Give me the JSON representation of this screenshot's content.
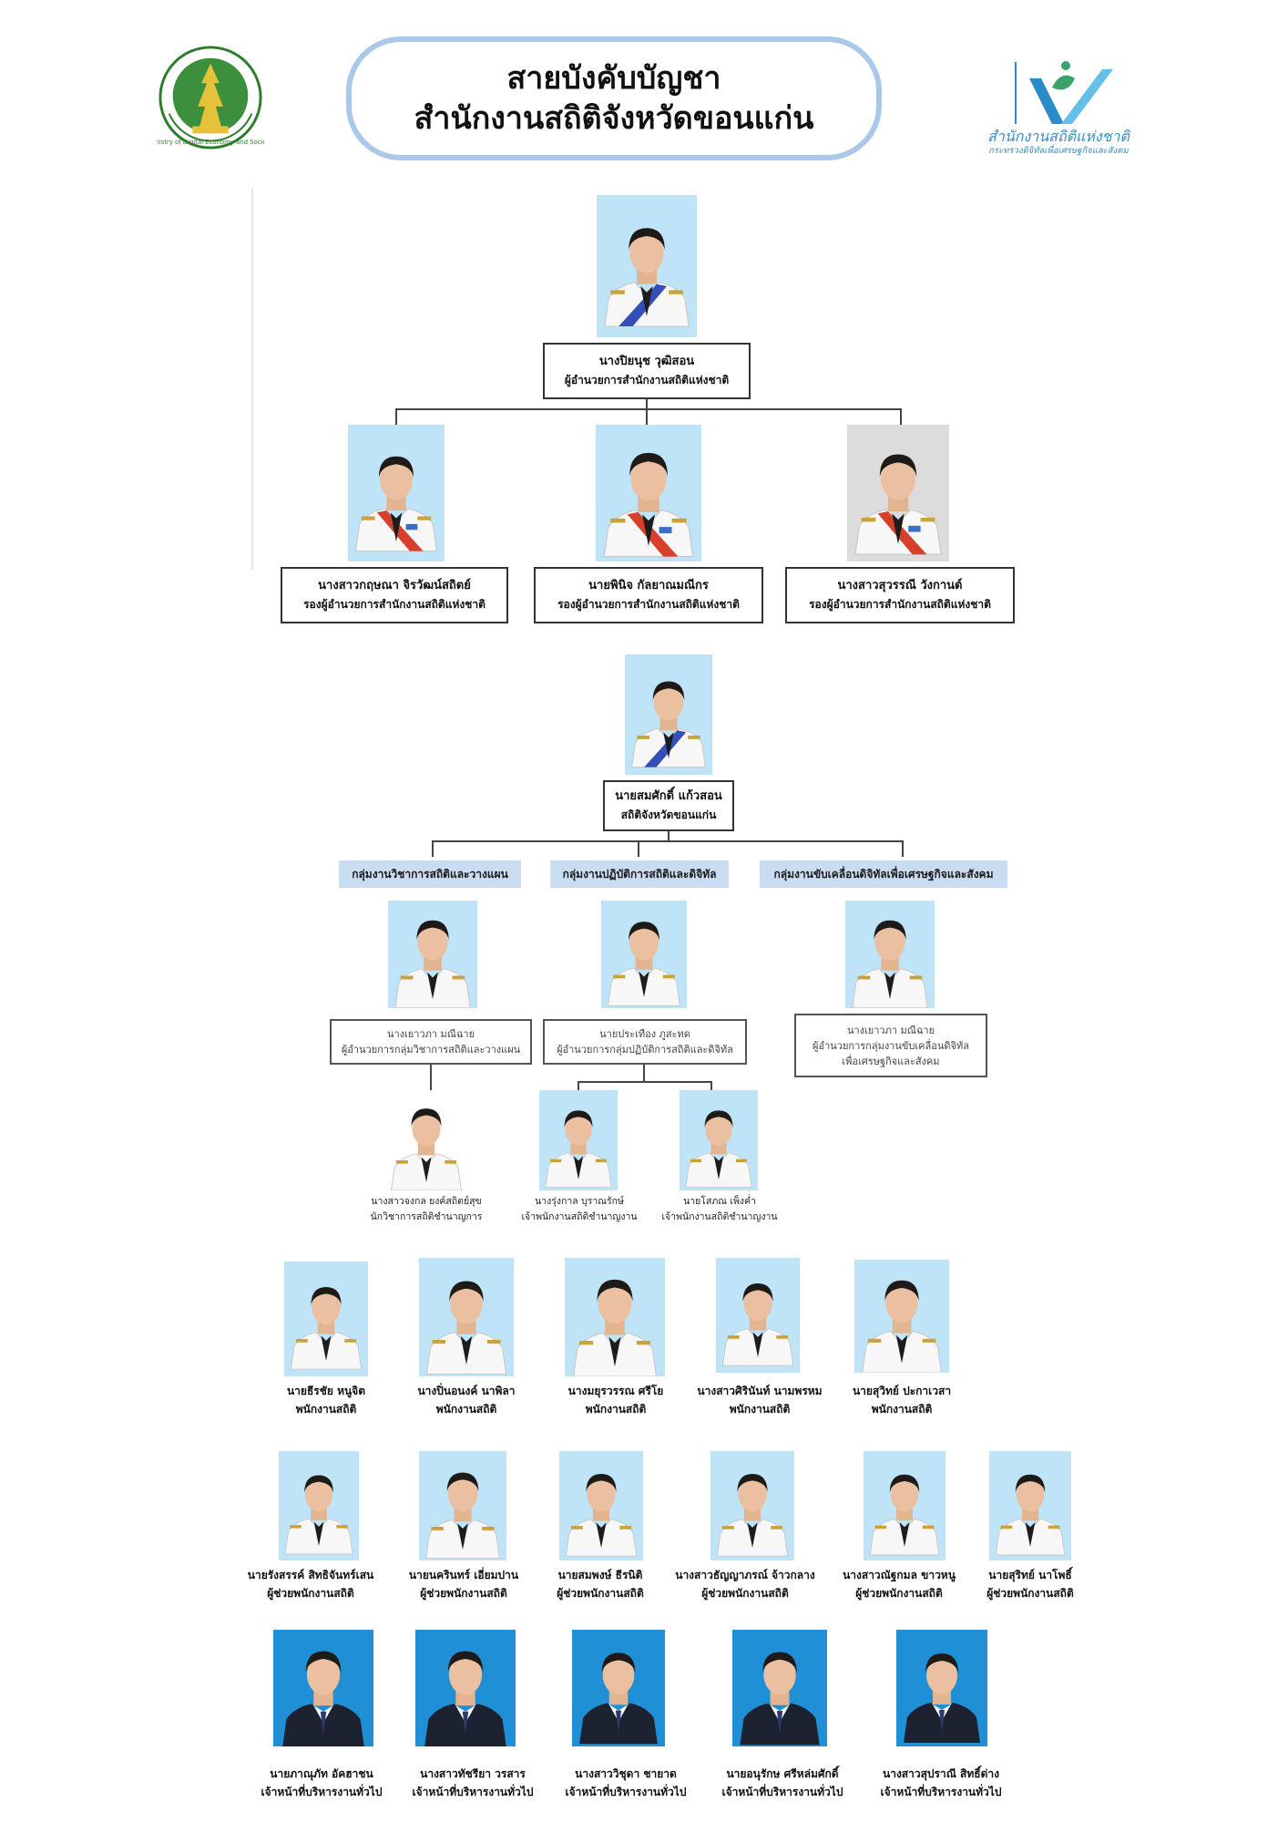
{
  "header": {
    "title_line1": "สายบังคับบัญชา",
    "title_line2": "สำนักงานสถิติจังหวัดขอนแก่น",
    "ministry_seal_text": "กระทรวงดิจิทัลเพื่อเศรษฐกิจและสังคม Ministry of Digital Economy and Society",
    "nso_name": "สำนักงานสถิติแห่งชาติ",
    "nso_sub": "กระทรวงดิจิทัลเพื่อเศรษฐกิจและสังคม"
  },
  "director": {
    "name": "นางปิยนุช วุฒิสอน",
    "position": "ผู้อำนวยการสำนักงานสถิติแห่งชาติ"
  },
  "deputies": [
    {
      "name": "นางสาวกฤษณา จิรวัฒน์สถิตย์",
      "position": "รองผู้อำนวยการสำนักงานสถิติแห่งชาติ"
    },
    {
      "name": "นายพินิจ กัลยาณมณีกร",
      "position": "รองผู้อำนวยการสำนักงานสถิติแห่งชาติ"
    },
    {
      "name": "นางสาวสุวรรณี วังกานต์",
      "position": "รองผู้อำนวยการสำนักงานสถิติแห่งชาติ"
    }
  ],
  "provincial": {
    "name": "นายสมศักดิ์ แก้วสอน",
    "position": "สถิติจังหวัดขอนแก่น"
  },
  "groups": [
    {
      "label": "กลุ่มงานวิชาการสถิติและวางแผน",
      "head_name": "นางเยาวภา มณีฉาย",
      "head_pos": "ผู้อำนวยการกลุ่มวิชาการสถิติและวางแผน"
    },
    {
      "label": "กลุ่มงานปฏิบัติการสถิติและดิจิทัล",
      "head_name": "นายประเทือง ภูสะทด",
      "head_pos": "ผู้อำนวยการกลุ่มปฏิบัติการสถิติและดิจิทัล"
    },
    {
      "label": "กลุ่มงานขับเคลื่อนดิจิทัลเพื่อเศรษฐกิจและสังคม",
      "head_name": "นางเยาวภา มณีฉาย",
      "head_pos_1": "ผู้อำนวยการกลุ่มงานขับเคลื่อนดิจิทัล",
      "head_pos_2": "เพื่อเศรษฐกิจและสังคม"
    }
  ],
  "specialists": [
    {
      "name": "นางสาวจงกล ยงค์สถิตย์สุข",
      "position": "นักวิชาการสถิติชำนาญการ"
    },
    {
      "name": "นางรุ่งกาล บุราณรักษ์",
      "position": "เจ้าพนักงานสถิติชำนาญงาน"
    },
    {
      "name": "นายโสภณ เพ็งค่ำ",
      "position": "เจ้าพนักงานสถิติชำนาญงาน"
    }
  ],
  "row_staff": [
    {
      "name": "นายธีรชัย หนูจิต",
      "position": "พนักงานสถิติ"
    },
    {
      "name": "นางปิ่นอนงค์ นาพิลา",
      "position": "พนักงานสถิติ"
    },
    {
      "name": "นางมยุรวรรณ ศรีโย",
      "position": "พนักงานสถิติ"
    },
    {
      "name": "นางสาวศิรินันท์ นามพรหม",
      "position": "พนักงานสถิติ"
    },
    {
      "name": "นายสุวิทย์ ปะกาเวสา",
      "position": "พนักงานสถิติ"
    }
  ],
  "row_assistants": [
    {
      "name": "นายรังสรรค์ สิทธิจันทร์เสน",
      "position": "ผู้ช่วยพนักงานสถิติ"
    },
    {
      "name": "นายนครินทร์ เอี่ยมปาน",
      "position": "ผู้ช่วยพนักงานสถิติ"
    },
    {
      "name": "นายสมพงษ์ ธีรนิติ",
      "position": "ผู้ช่วยพนักงานสถิติ"
    },
    {
      "name": "นางสาวธัญญาภรณ์ จ้าวกลาง",
      "position": "ผู้ช่วยพนักงานสถิติ"
    },
    {
      "name": "นางสาวณัฐกมล ขาวหนู",
      "position": "ผู้ช่วยพนักงานสถิติ"
    },
    {
      "name": "นายสุริทย์ นาโพธิ์",
      "position": "ผู้ช่วยพนักงานสถิติ"
    }
  ],
  "row_general": [
    {
      "name": "นายภาณุภัท อัคฮาชน",
      "position": "เจ้าหน้าที่บริหารงานทั่วไป"
    },
    {
      "name": "นางสาวทัชรียา วรสาร",
      "position": "เจ้าหน้าที่บริหารงานทั่วไป"
    },
    {
      "name": "นางสาววิชุดา ชายาด",
      "position": "เจ้าหน้าที่บริหารงานทั่วไป"
    },
    {
      "name": "นายอนุรักษ ศรีหล่มศักดิ์",
      "position": "เจ้าหน้าที่บริหารงานทั่วไป"
    },
    {
      "name": "นางสาวสุปราณี สิทธิ์ด่าง",
      "position": "เจ้าหน้าที่บริหารงานทั่วไป"
    }
  ],
  "colors": {
    "title_border": "#a9c8ea",
    "group_tab": "#c9dcf2",
    "photo_bg": "#bfe3f7",
    "photo_bg_dark": "#1f8fd6",
    "line": "#444444"
  }
}
